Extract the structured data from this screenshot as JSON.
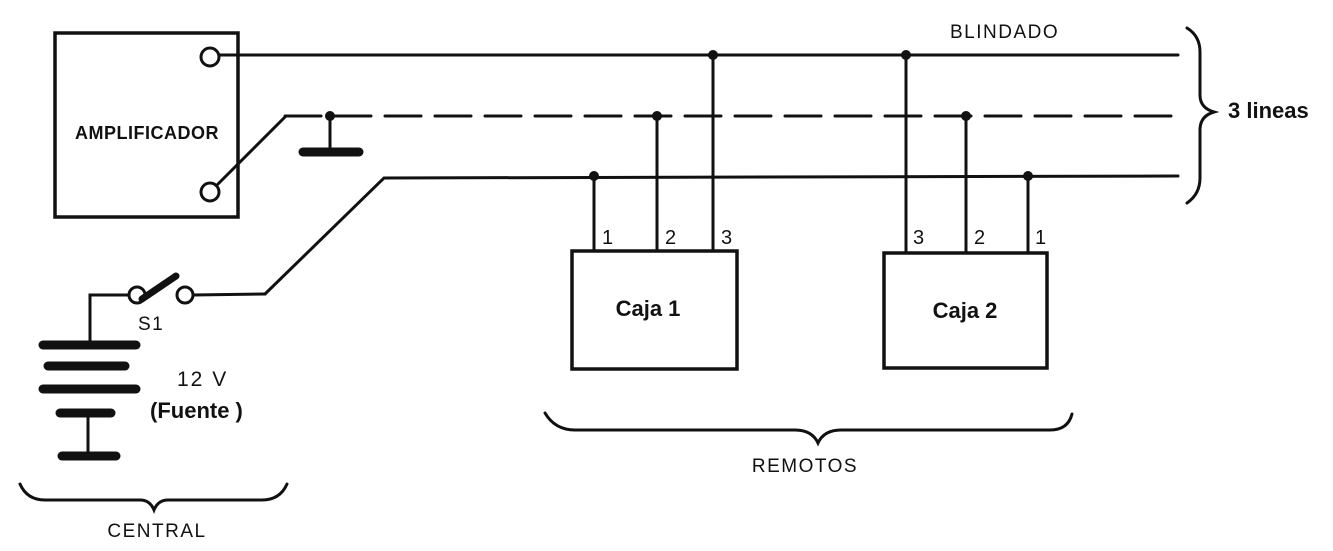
{
  "labels": {
    "amplifier": "AMPLIFICADOR",
    "shielded": "BLINDADO",
    "lines_count": "3 lineas",
    "switch": "S1",
    "voltage": "12 V",
    "source": "(Fuente )",
    "central": "CENTRAL",
    "remotes": "REMOTOS"
  },
  "boxes": [
    {
      "title": "Caja 1",
      "pins": [
        "1",
        "2",
        "3"
      ]
    },
    {
      "title": "Caja 2",
      "pins": [
        "3",
        "2",
        "1"
      ]
    }
  ]
}
